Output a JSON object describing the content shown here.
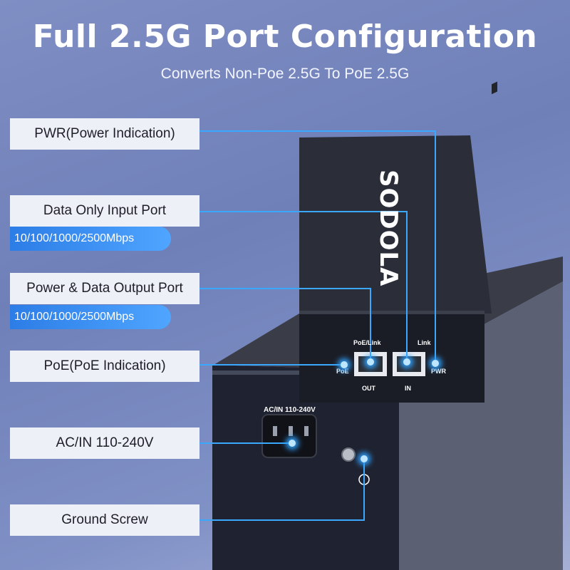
{
  "header": {
    "title": "Full 2.5G Port Configuration",
    "subtitle": "Converts Non-Poe 2.5G To PoE 2.5G"
  },
  "labels": {
    "pwr": "PWR(Power Indication)",
    "data_input": "Data Only Input Port",
    "data_input_speed": "10/100/1000/2500Mbps",
    "power_output": "Power & Data Output Port",
    "power_output_speed": "10/100/1000/2500Mbps",
    "poe": "PoE(PoE Indication)",
    "ac": "AC/IN 110-240V",
    "ground": "Ground Screw"
  },
  "device": {
    "brand": "SODOLA",
    "port_label_poe_link": "PoE/Link",
    "port_label_link": "Link",
    "led_poe": "PoE",
    "led_pwr": "PWR",
    "port_out": "OUT",
    "port_in": "IN",
    "ac_marking": "AC/IN 110-240V"
  },
  "colors": {
    "accent_blue": "#2fa2ff",
    "label_bg": "#eef0f7",
    "device_body": "#2a2d38"
  }
}
